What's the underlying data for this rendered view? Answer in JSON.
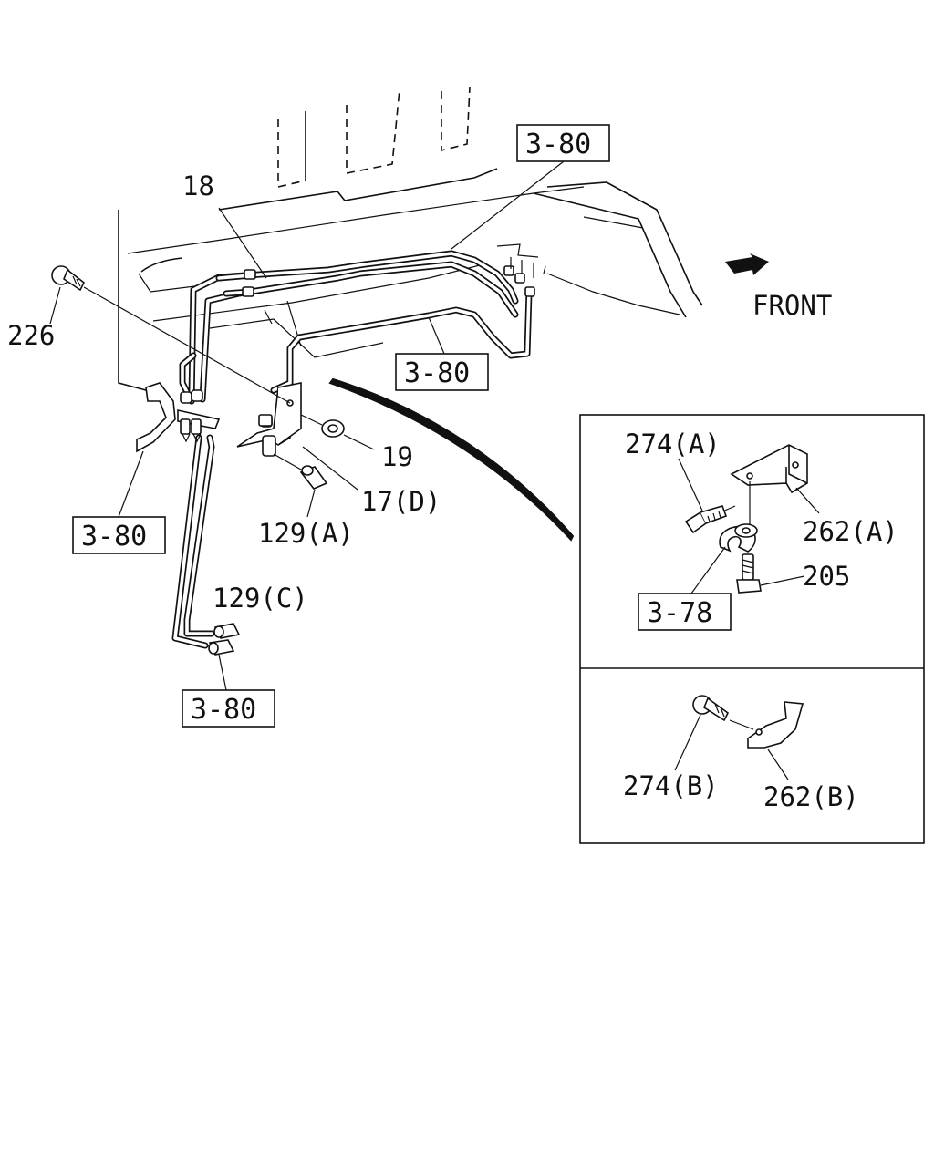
{
  "labels": {
    "part_18": "18",
    "part_226": "226",
    "part_19": "19",
    "part_17d": "17(D)",
    "part_129a": "129(A)",
    "part_129c": "129(C)",
    "part_274a": "274(A)",
    "part_262a": "262(A)",
    "part_205": "205",
    "part_274b": "274(B)",
    "part_262b": "262(B)",
    "front": "FRONT"
  },
  "refs": {
    "ref_top": "3-80",
    "ref_mid": "3-80",
    "ref_left": "3-80",
    "ref_bottom": "3-80",
    "ref_detail": "3-78"
  }
}
